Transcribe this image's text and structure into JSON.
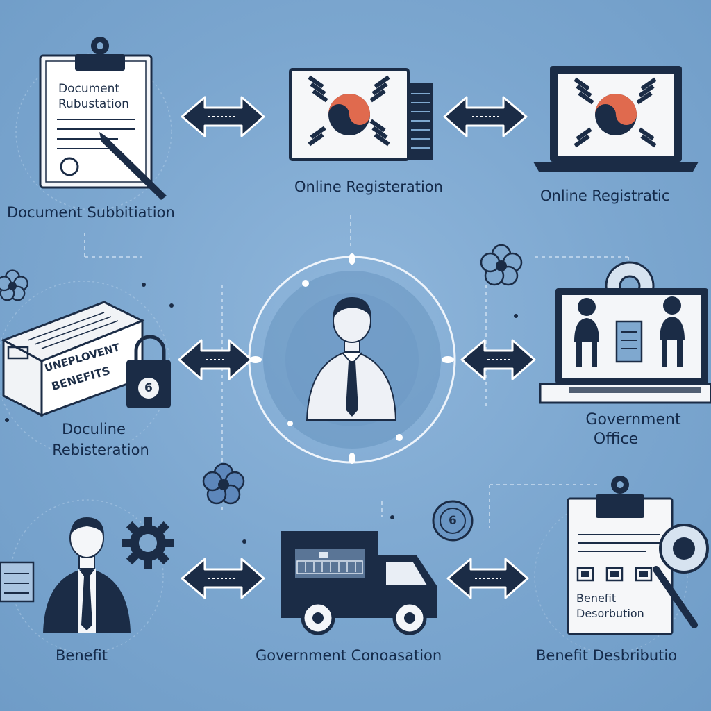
{
  "labels": {
    "doc_submission": "Document Subbitiation",
    "online_reg_1": "Online Registeration",
    "online_reg_2": "Online Registratic",
    "doculine_1": "Doculine",
    "doculine_2": "Rebisteration",
    "gov_office_1": "Government",
    "gov_office_2": "Office",
    "benefit": "Benefit",
    "gov_conversation": "Government Conoasation",
    "benefit_distribution": "Benefit Desbributio"
  },
  "document_paper": {
    "line1": "Document",
    "line2": "Rubustation"
  },
  "box_label": {
    "line1": "UNEPLOVENT",
    "line2": "BENEFITS"
  },
  "lock_number": "6",
  "coin_number": "6",
  "benefit_paper": {
    "line1": "Benefit",
    "line2": "Desorbution"
  },
  "colors": {
    "background": "#7fa8cf",
    "navy": "#1b2c46",
    "flag_red": "#e06a4e",
    "paper": "#f6f7f9",
    "person_gray": "#dfe3ea"
  }
}
